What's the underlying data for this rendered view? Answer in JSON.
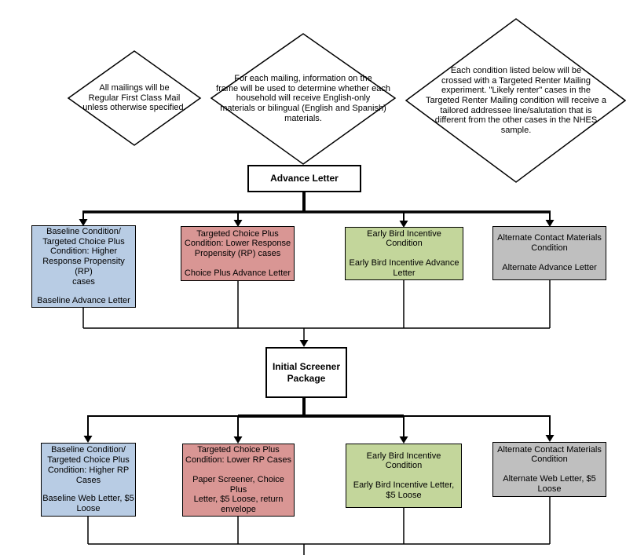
{
  "notes": {
    "mail_class": "All mailings will be\nRegular First Class Mail\nunless otherwise specified.",
    "language": "For each mailing, information on the\nframe will be used to determine whether each\nhousehold will receive English-only\nmaterials or bilingual (English and Spanish)\nmaterials.",
    "renter": "Each condition listed below will be\ncrossed with a Targeted Renter Mailing\nexperiment. \"Likely renter\" cases in the\nTargeted Renter Mailing condition will receive a\ntailored addressee line/salutation that is\ndifferent from the other cases in the NHES\nsample."
  },
  "stage1": {
    "label": "Advance Letter"
  },
  "stage2": {
    "label": "Initial Screener\nPackage"
  },
  "row1": [
    {
      "condition": "Baseline Condition/\nTargeted Choice Plus\nCondition: Higher\nResponse Propensity (RP)\ncases",
      "material": "Baseline Advance Letter",
      "color": "#b8cce4",
      "color_name": "blue"
    },
    {
      "condition": "Targeted Choice Plus\nCondition: Lower Response\nPropensity (RP) cases",
      "material": "Choice Plus Advance Letter",
      "color": "#d99694",
      "color_name": "red"
    },
    {
      "condition": "Early Bird Incentive\nCondition",
      "material": "Early Bird Incentive Advance\nLetter",
      "color": "#c3d69b",
      "color_name": "green"
    },
    {
      "condition": "Alternate Contact Materials\nCondition",
      "material": "Alternate Advance Letter",
      "color": "#bfbfbf",
      "color_name": "gray"
    }
  ],
  "row2": [
    {
      "condition": "Baseline Condition/\nTargeted Choice Plus\nCondition: Higher RP\nCases",
      "material": "Baseline Web Letter, $5\nLoose",
      "color": "#b8cce4",
      "color_name": "blue"
    },
    {
      "condition": "Targeted Choice Plus\nCondition: Lower RP Cases",
      "material": "Paper Screener, Choice Plus\nLetter, $5 Loose, return\nenvelope",
      "color": "#d99694",
      "color_name": "red"
    },
    {
      "condition": "Early Bird Incentive\nCondition",
      "material": "Early Bird Incentive Letter,\n$5 Loose",
      "color": "#c3d69b",
      "color_name": "green"
    },
    {
      "condition": "Alternate Contact Materials\nCondition",
      "material": "Alternate Web Letter, $5\nLoose",
      "color": "#bfbfbf",
      "color_name": "gray"
    }
  ],
  "colors": {
    "blue_fill": "#b8cce4",
    "red_fill": "#d99694",
    "green_fill": "#c3d69b",
    "gray_fill": "#bfbfbf",
    "line": "#000000",
    "box_background": "#ffffff"
  }
}
